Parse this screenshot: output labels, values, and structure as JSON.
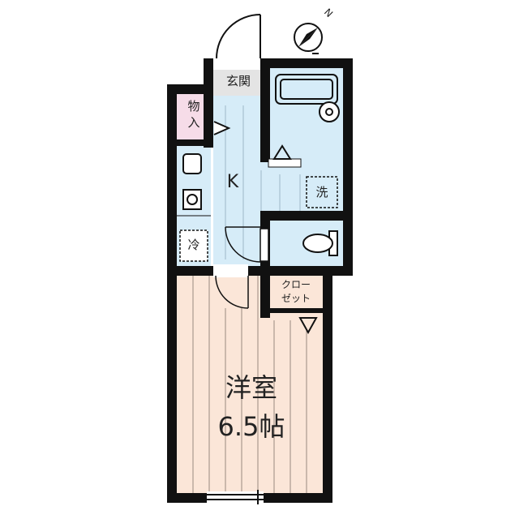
{
  "labels": {
    "entrance": "玄関",
    "storage_line1": "物",
    "storage_line2": "入",
    "kitchen": "K",
    "washer": "洗",
    "fridge": "冷",
    "closet_line1": "クロー",
    "closet_line2": "ゼット",
    "room_line1": "洋室",
    "room_line2": "6.5帖",
    "compass_n": "N"
  },
  "colors": {
    "wall": "#111111",
    "wet_area": "#d6ecf8",
    "room_floor": "#fbe6d8",
    "floor_line": "#9a8a80",
    "storage": "#f6dce8",
    "entrance": "#e4e4e4"
  },
  "icons": [
    "compass-icon",
    "bathtub-icon",
    "toilet-icon",
    "sink-icon",
    "stove-icon",
    "door-swing-icon"
  ]
}
